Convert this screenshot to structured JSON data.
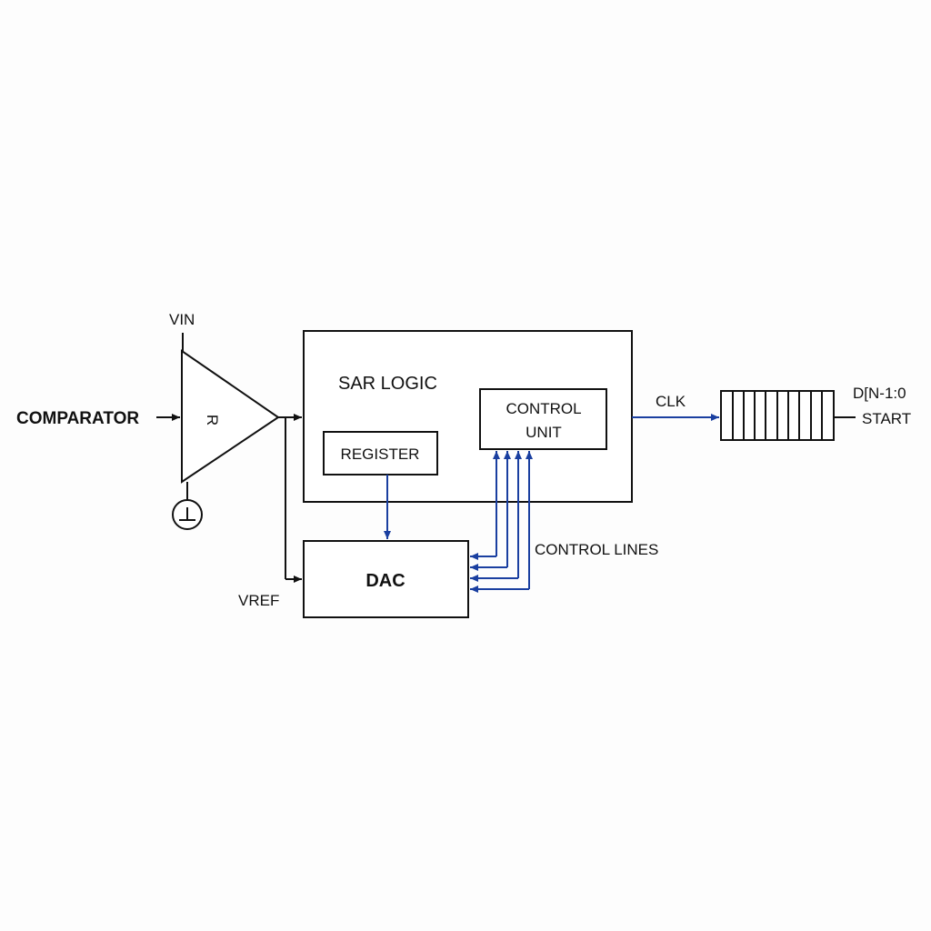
{
  "labels": {
    "comparator": "COMPARATOR",
    "vin": "VIN",
    "comparator_symbol": "R",
    "vref": "VREF",
    "sar_logic": "SAR LOGIC",
    "register": "REGISTER",
    "control_unit_line1": "CONTROL",
    "control_unit_line2": "UNIT",
    "dac": "DAC",
    "control_lines": "CONTROL LINES",
    "clk": "CLK",
    "data_out": "D[N-1:0",
    "start": "START"
  },
  "colors": {
    "line": "#111111",
    "signal_blue": "#1a3fa0",
    "background": "#fdfdfd"
  },
  "icons": {
    "ground": "ground-symbol",
    "comparator": "triangle-amplifier",
    "shift_register": "segmented-register"
  },
  "control_line_count": 4,
  "shift_register_segments": 10
}
